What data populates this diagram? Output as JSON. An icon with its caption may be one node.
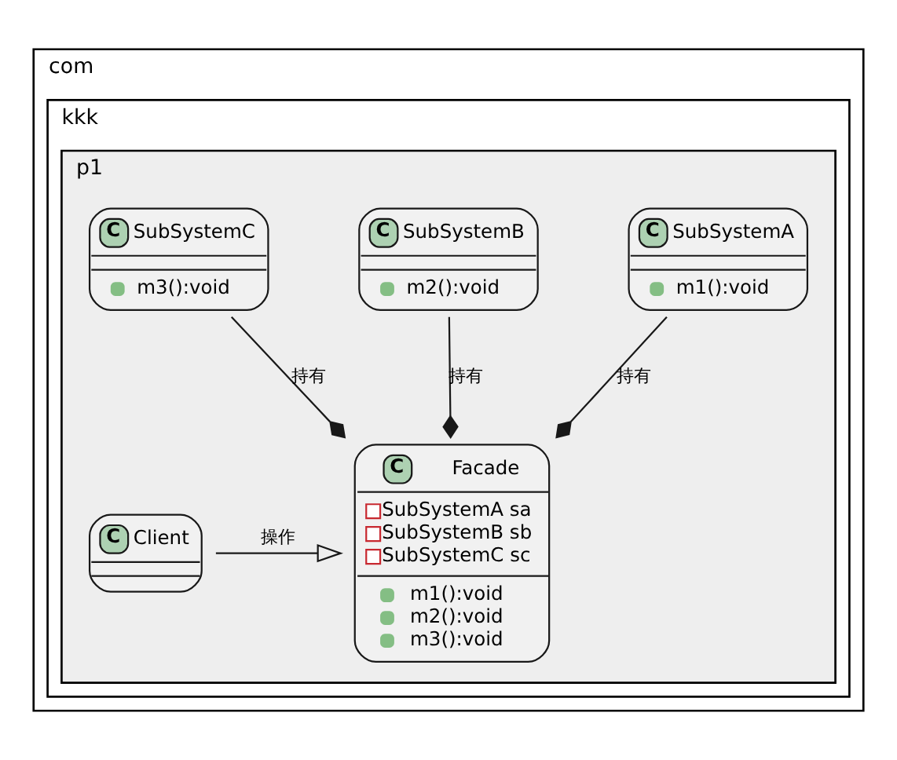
{
  "diagram": {
    "nodes": [
      {
        "text": [
          "com"
        ]
      },
      {
        "text": [
          "kkk"
        ],
        "in": 0
      },
      {
        "text": [
          "p1"
        ],
        "in": 1
      },
      {
        "text": [
          "C",
          "SubSystemA",
          "m1():void"
        ],
        "in": 2
      },
      {
        "text": [
          "C",
          "SubSystemB",
          "m2():void"
        ],
        "in": 2
      },
      {
        "text": [
          "C",
          "SubSystemC",
          "m3():void"
        ],
        "in": 2
      },
      {
        "text": [
          "C",
          "Client"
        ],
        "in": 2
      },
      {
        "text": [
          "C",
          "Facade",
          "SubSystemA sa",
          "SubSystemB sb",
          "SubSystemC sc",
          "m1():void",
          "m2():void",
          "m3():void"
        ],
        "in": 2
      }
    ],
    "edges": [
      {
        "from": 3,
        "to": 7,
        "arrow": "other",
        "label": "持有"
      },
      {
        "from": 4,
        "to": 7,
        "arrow": "other",
        "label": "持有"
      },
      {
        "from": 5,
        "to": 7,
        "arrow": "other",
        "label": "持有"
      },
      {
        "from": 6,
        "to": 7,
        "arrow": "to",
        "label": "操作"
      }
    ]
  }
}
